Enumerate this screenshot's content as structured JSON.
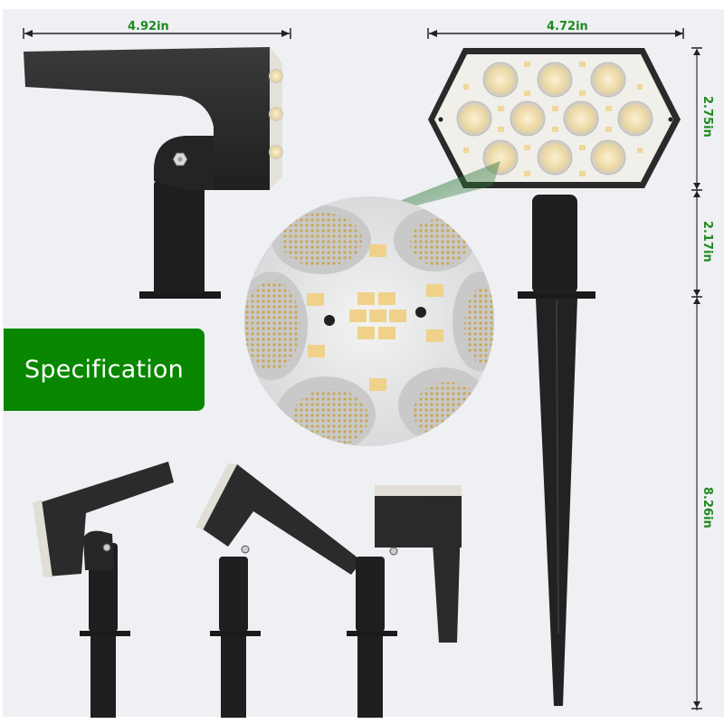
{
  "badge": {
    "label": "Specification"
  },
  "dimensions": {
    "side_width": "4.92in",
    "front_width": "4.72in",
    "head_height": "2.75in",
    "neck_height": "2.17in",
    "stake_length": "8.26in"
  },
  "colors": {
    "background": "#eff0f3",
    "accent_green": "#0a8700",
    "dimension_text": "#1f8a1f",
    "fixture_black": "#1c1c1c",
    "led_warm": "#f0d79a"
  },
  "figures": [
    {
      "name": "side-view",
      "description": "Spotlight head side profile with hinge bolt"
    },
    {
      "name": "front-view",
      "description": "Hexagonal head with 10 LED lenses on stake"
    },
    {
      "name": "led-closeup",
      "description": "Magnified LED board detail"
    },
    {
      "name": "angle-1",
      "description": "Head tilted forward"
    },
    {
      "name": "angle-2",
      "description": "Head tilted backward"
    },
    {
      "name": "angle-3",
      "description": "Head pointing up"
    }
  ]
}
